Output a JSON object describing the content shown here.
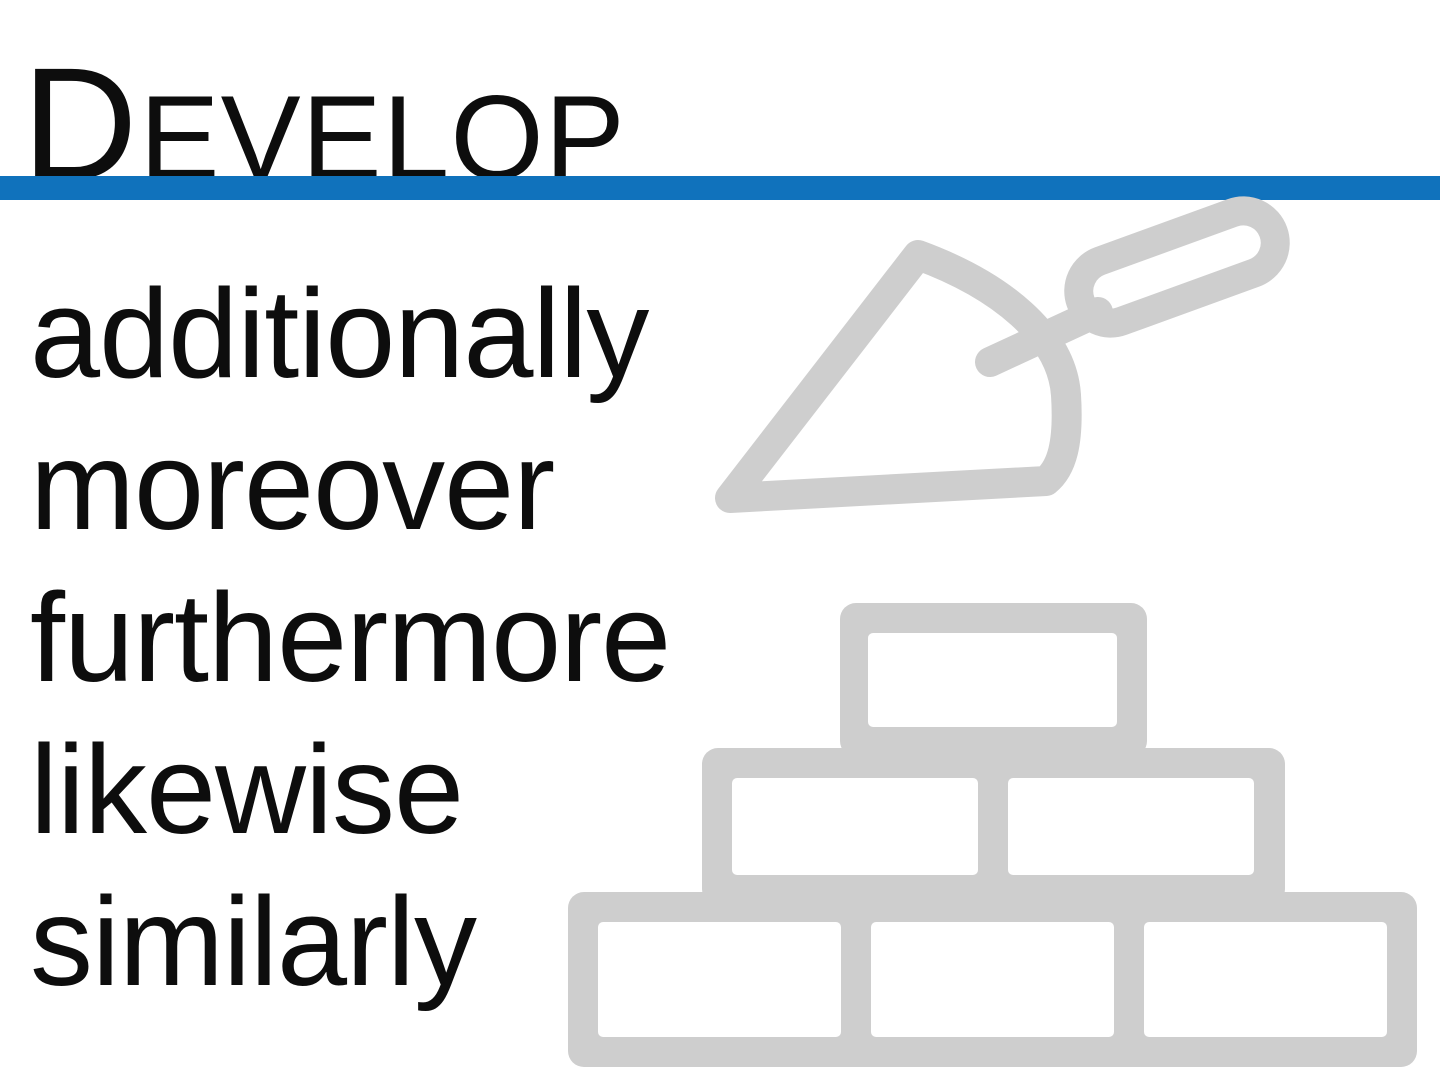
{
  "slide": {
    "background": "#FFFFFF",
    "text_color": "#0D0D0D",
    "title": {
      "initial": "D",
      "rest": "EVELOP"
    },
    "divider": {
      "color": "#1072BC"
    },
    "words": [
      "additionally",
      "moreover",
      "furthermore",
      "likewise",
      "similarly"
    ],
    "icons": {
      "trowel": {
        "name": "trowel-icon",
        "color": "#CECECE"
      },
      "brick_wall": {
        "name": "brick-wall-icon",
        "color": "#CECECE",
        "bricks_per_row_top_to_bottom": [
          1,
          2,
          3
        ]
      }
    }
  }
}
